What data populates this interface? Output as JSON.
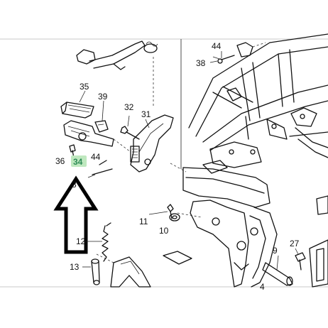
{
  "diagram": {
    "callouts": [
      {
        "id": "c35",
        "text": "35"
      },
      {
        "id": "c39",
        "text": "39"
      },
      {
        "id": "c32",
        "text": "32"
      },
      {
        "id": "c31",
        "text": "31"
      },
      {
        "id": "c36",
        "text": "36"
      },
      {
        "id": "c34",
        "text": "34"
      },
      {
        "id": "c44a",
        "text": "44"
      },
      {
        "id": "c44b",
        "text": "44"
      },
      {
        "id": "c38",
        "text": "38"
      },
      {
        "id": "c3",
        "text": "3"
      },
      {
        "id": "c11",
        "text": "11"
      },
      {
        "id": "c10",
        "text": "10"
      },
      {
        "id": "c12",
        "text": "12"
      },
      {
        "id": "c13",
        "text": "13"
      },
      {
        "id": "c9",
        "text": "9"
      },
      {
        "id": "c27",
        "text": "27"
      },
      {
        "id": "c4",
        "text": "4"
      }
    ],
    "highlight": {
      "part": "34",
      "color": "#bfe8bf",
      "text_color": "#2e8b57"
    },
    "arrow": {
      "direction": "up",
      "color": "#000000"
    }
  }
}
